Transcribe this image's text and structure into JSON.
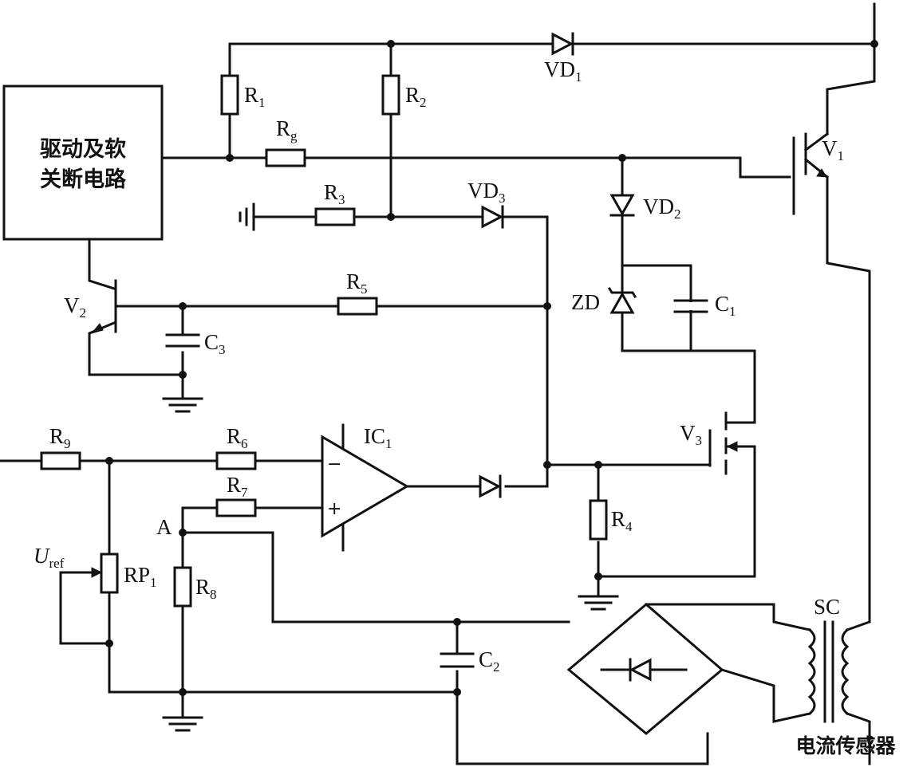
{
  "blocks": {
    "driver_line1": "驱动及软",
    "driver_line2": "关断电路",
    "current_sensor": "电流传感器"
  },
  "labels": {
    "R1": {
      "main": "R",
      "sub": "1"
    },
    "R2": {
      "main": "R",
      "sub": "2"
    },
    "Rg": {
      "main": "R",
      "sub": "g"
    },
    "R3": {
      "main": "R",
      "sub": "3"
    },
    "R4": {
      "main": "R",
      "sub": "4"
    },
    "R5": {
      "main": "R",
      "sub": "5"
    },
    "R6": {
      "main": "R",
      "sub": "6"
    },
    "R7": {
      "main": "R",
      "sub": "7"
    },
    "R8": {
      "main": "R",
      "sub": "8"
    },
    "R9": {
      "main": "R",
      "sub": "9"
    },
    "RP1": {
      "main": "RP",
      "sub": "1"
    },
    "VD1": {
      "main": "VD",
      "sub": "1"
    },
    "VD2": {
      "main": "VD",
      "sub": "2"
    },
    "VD3": {
      "main": "VD",
      "sub": "3"
    },
    "V1": {
      "main": "V",
      "sub": "1"
    },
    "V2": {
      "main": "V",
      "sub": "2"
    },
    "V3": {
      "main": "V",
      "sub": "3"
    },
    "C1": {
      "main": "C",
      "sub": "1"
    },
    "C2": {
      "main": "C",
      "sub": "2"
    },
    "C3": {
      "main": "C",
      "sub": "3"
    },
    "IC1": {
      "main": "IC",
      "sub": "1"
    },
    "ZD": "ZD",
    "SC": "SC",
    "A": "A",
    "Uref": {
      "main": "U",
      "sub": "ref"
    },
    "opamp_minus": "−",
    "opamp_plus": "+"
  }
}
